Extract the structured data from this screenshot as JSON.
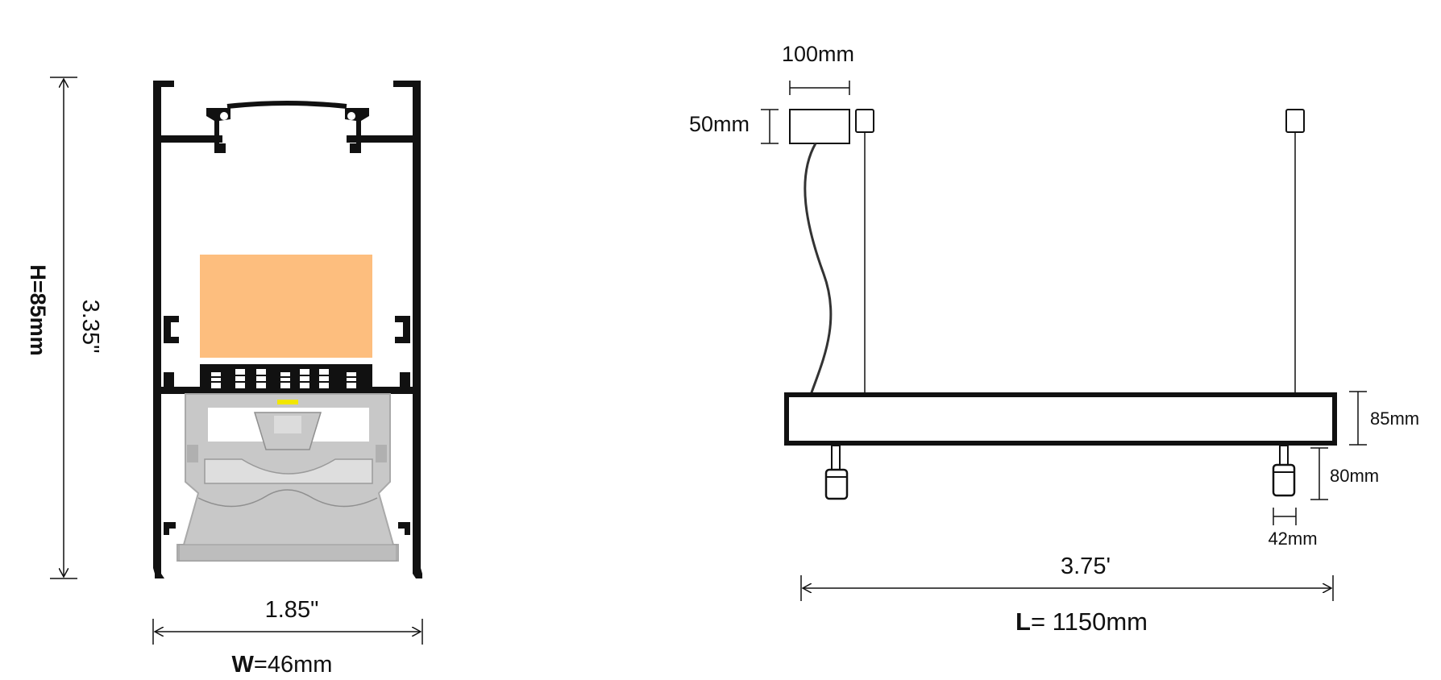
{
  "profile_view": {
    "height_mm_label": "H=85mm",
    "height_in_label": "3.35\"",
    "width_in_label": "1.85\"",
    "width_label_prefix": "W",
    "width_label_rest": "=46mm"
  },
  "side_view": {
    "driver_width_label": "100mm",
    "driver_height_label": "50mm",
    "fixture_height_label": "85mm",
    "spot_height_label": "80mm",
    "spot_width_label": "42mm",
    "length_in_label": "3.75'",
    "length_label_prefix": "L",
    "length_label_rest": "= 1150mm"
  },
  "colors": {
    "line": "#111111",
    "led_board": "#FDBE7E",
    "spot_module": "#C8C8C8",
    "spot_module_dark": "#A9A9A9",
    "led_chip": "#F2E600"
  }
}
